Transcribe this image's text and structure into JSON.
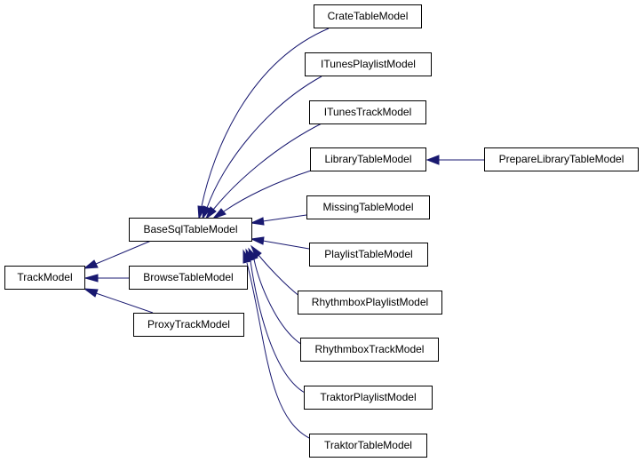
{
  "diagram": {
    "type": "class-inheritance-graph",
    "colors": {
      "edge": "#191970",
      "box_border": "#000000",
      "box_fill": "#ffffff",
      "text": "#000000"
    },
    "nodes": {
      "TrackModel": "TrackModel",
      "BaseSqlTableModel": "BaseSqlTableModel",
      "BrowseTableModel": "BrowseTableModel",
      "ProxyTrackModel": "ProxyTrackModel",
      "CrateTableModel": "CrateTableModel",
      "ITunesPlaylistModel": "ITunesPlaylistModel",
      "ITunesTrackModel": "ITunesTrackModel",
      "LibraryTableModel": "LibraryTableModel",
      "MissingTableModel": "MissingTableModel",
      "PlaylistTableModel": "PlaylistTableModel",
      "RhythmboxPlaylistModel": "RhythmboxPlaylistModel",
      "RhythmboxTrackModel": "RhythmboxTrackModel",
      "TraktorPlaylistModel": "TraktorPlaylistModel",
      "TraktorTableModel": "TraktorTableModel",
      "PrepareLibraryTableModel": "PrepareLibraryTableModel"
    },
    "edges": [
      {
        "from": "BaseSqlTableModel",
        "to": "TrackModel"
      },
      {
        "from": "BrowseTableModel",
        "to": "TrackModel"
      },
      {
        "from": "ProxyTrackModel",
        "to": "TrackModel"
      },
      {
        "from": "CrateTableModel",
        "to": "BaseSqlTableModel"
      },
      {
        "from": "ITunesPlaylistModel",
        "to": "BaseSqlTableModel"
      },
      {
        "from": "ITunesTrackModel",
        "to": "BaseSqlTableModel"
      },
      {
        "from": "LibraryTableModel",
        "to": "BaseSqlTableModel"
      },
      {
        "from": "MissingTableModel",
        "to": "BaseSqlTableModel"
      },
      {
        "from": "PlaylistTableModel",
        "to": "BaseSqlTableModel"
      },
      {
        "from": "RhythmboxPlaylistModel",
        "to": "BaseSqlTableModel"
      },
      {
        "from": "RhythmboxTrackModel",
        "to": "BaseSqlTableModel"
      },
      {
        "from": "TraktorPlaylistModel",
        "to": "BaseSqlTableModel"
      },
      {
        "from": "TraktorTableModel",
        "to": "BaseSqlTableModel"
      },
      {
        "from": "PrepareLibraryTableModel",
        "to": "LibraryTableModel"
      }
    ]
  }
}
